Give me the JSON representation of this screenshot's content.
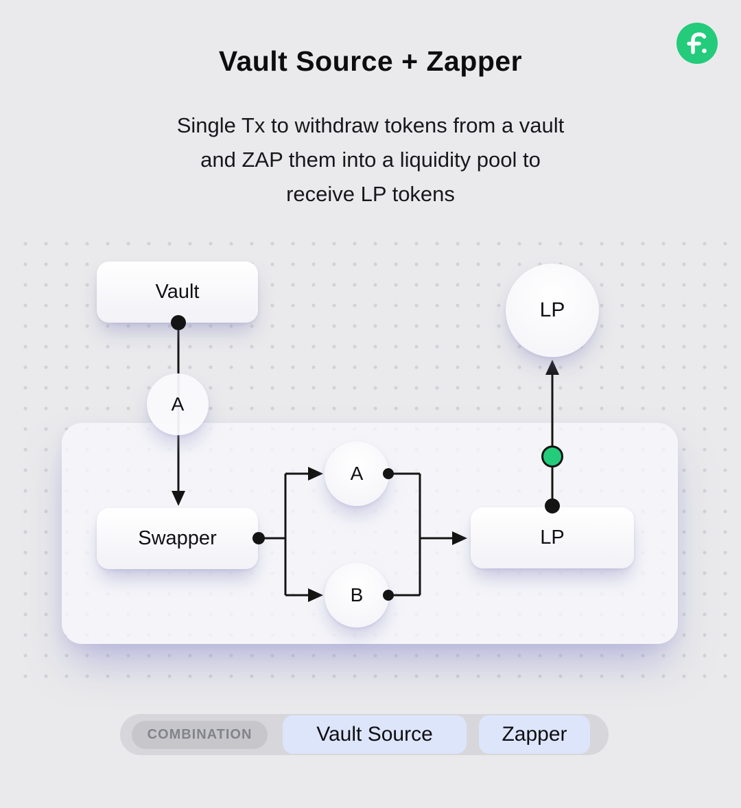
{
  "header": {
    "title": "Vault Source + Zapper",
    "subtitle_lines": [
      "Single Tx to withdraw tokens from a vault",
      "and ZAP them into a liquidity pool to",
      "receive LP tokens"
    ]
  },
  "logo": {
    "name": "furucombo-logo"
  },
  "colors": {
    "green": "#23cb7b",
    "line": "#141414"
  },
  "diagram": {
    "vault_label": "Vault",
    "flow_token_a_label": "A",
    "swapper_label": "Swapper",
    "token_a_label": "A",
    "token_b_label": "B",
    "lp_pool_label": "LP",
    "lp_token_label": "LP"
  },
  "legend": {
    "combination_label": "COMBINATION",
    "tags": [
      {
        "label": "Vault Source"
      },
      {
        "label": "Zapper"
      }
    ]
  }
}
